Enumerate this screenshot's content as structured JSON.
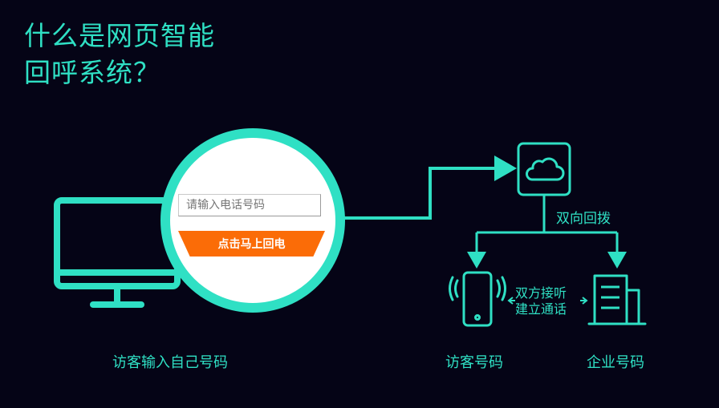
{
  "title": {
    "line1": "什么是网页智能",
    "line2": "回呼系统？"
  },
  "form": {
    "phone_placeholder": "请输入电话号码",
    "call_button": "点击马上回电"
  },
  "labels": {
    "visitor_input": "访客输入自己号码",
    "callback": "双向回拨",
    "connect_line1": "双方接听",
    "connect_line2": "建立通话",
    "visitor_number": "访客号码",
    "company_number": "企业号码"
  },
  "icons": {
    "computer": "monitor-icon",
    "cloud": "cloud-icon",
    "phone": "mobile-phone-icon",
    "company": "office-building-icon"
  },
  "colors": {
    "background": "#050416",
    "accent": "#2fe0c4",
    "button": "#fb6c07"
  }
}
